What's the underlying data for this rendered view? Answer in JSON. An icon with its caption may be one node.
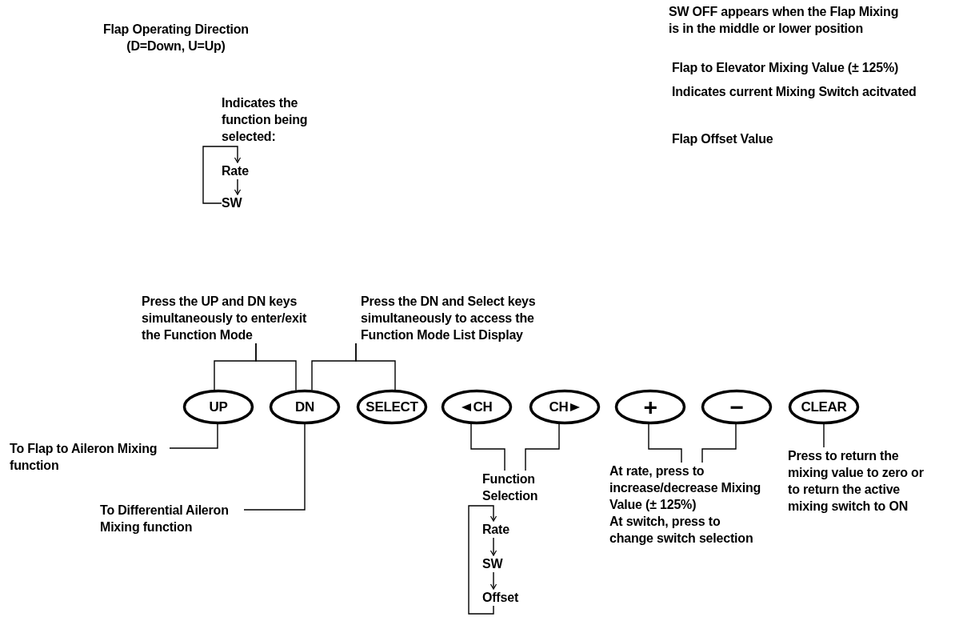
{
  "diagram": {
    "nodes": [
      {
        "text": [
          "Rate"
        ]
      },
      {
        "text": [
          "SW"
        ]
      },
      {
        "text": [
          "Press the UP and DN keys simultaneously to enter/exit the Function Mode"
        ]
      },
      {
        "text": [
          "Press the DN and Select keys simultaneously to access the Function Mode List Display"
        ]
      },
      {
        "text": [
          "UP"
        ]
      },
      {
        "text": [
          "DN"
        ]
      },
      {
        "text": [
          "SELECT"
        ]
      },
      {
        "text": [
          "CH"
        ]
      },
      {
        "text": [
          "CH"
        ]
      },
      {
        "text": [
          "+"
        ]
      },
      {
        "text": [
          "−"
        ]
      },
      {
        "text": [
          "CLEAR"
        ]
      },
      {
        "text": [
          "To Flap to Aileron Mixing function"
        ]
      },
      {
        "text": [
          "Function Selection"
        ]
      },
      {
        "text": [
          "At rate, press to increase/decrease Mixing Value (± 125%)",
          "At switch, press to change switch selection"
        ]
      },
      {
        "text": [
          "Press to return the mixing value to zero or to return the active mixing switch to ON"
        ]
      },
      {
        "text": [
          "To Differential Aileron Mixing function"
        ]
      },
      {
        "text": [
          "Rate"
        ]
      },
      {
        "text": [
          "SW"
        ]
      },
      {
        "text": [
          "Offset"
        ]
      }
    ],
    "edges": [
      {
        "from": 0,
        "to": 1,
        "arrow": "to"
      },
      {
        "from": 1,
        "to": 0,
        "arrow": "to"
      },
      {
        "from": 2,
        "to": 4,
        "arrow": "none"
      },
      {
        "from": 2,
        "to": 5,
        "arrow": "none"
      },
      {
        "from": 3,
        "to": 5,
        "arrow": "none"
      },
      {
        "from": 3,
        "to": 6,
        "arrow": "none"
      },
      {
        "from": 12,
        "to": 4,
        "arrow": "none"
      },
      {
        "from": 16,
        "to": 5,
        "arrow": "none"
      },
      {
        "from": 7,
        "to": 13,
        "arrow": "none"
      },
      {
        "from": 8,
        "to": 13,
        "arrow": "none"
      },
      {
        "from": 9,
        "to": 14,
        "arrow": "none"
      },
      {
        "from": 10,
        "to": 14,
        "arrow": "none"
      },
      {
        "from": 11,
        "to": 15,
        "arrow": "none"
      },
      {
        "from": 17,
        "to": 18,
        "arrow": "to"
      },
      {
        "from": 18,
        "to": 19,
        "arrow": "to"
      },
      {
        "from": 19,
        "to": 17,
        "arrow": "to"
      }
    ],
    "labels": [
      "Flap Operating Direction (D=Down, U=Up)",
      "SW OFF appears when the Flap Mixing is in the middle or lower position",
      "Flap to Elevator Mixing Value (± 125%)",
      "Indicates current Mixing Switch acitvated",
      "Flap Offset Value",
      "Indicates the function being selected:"
    ]
  }
}
